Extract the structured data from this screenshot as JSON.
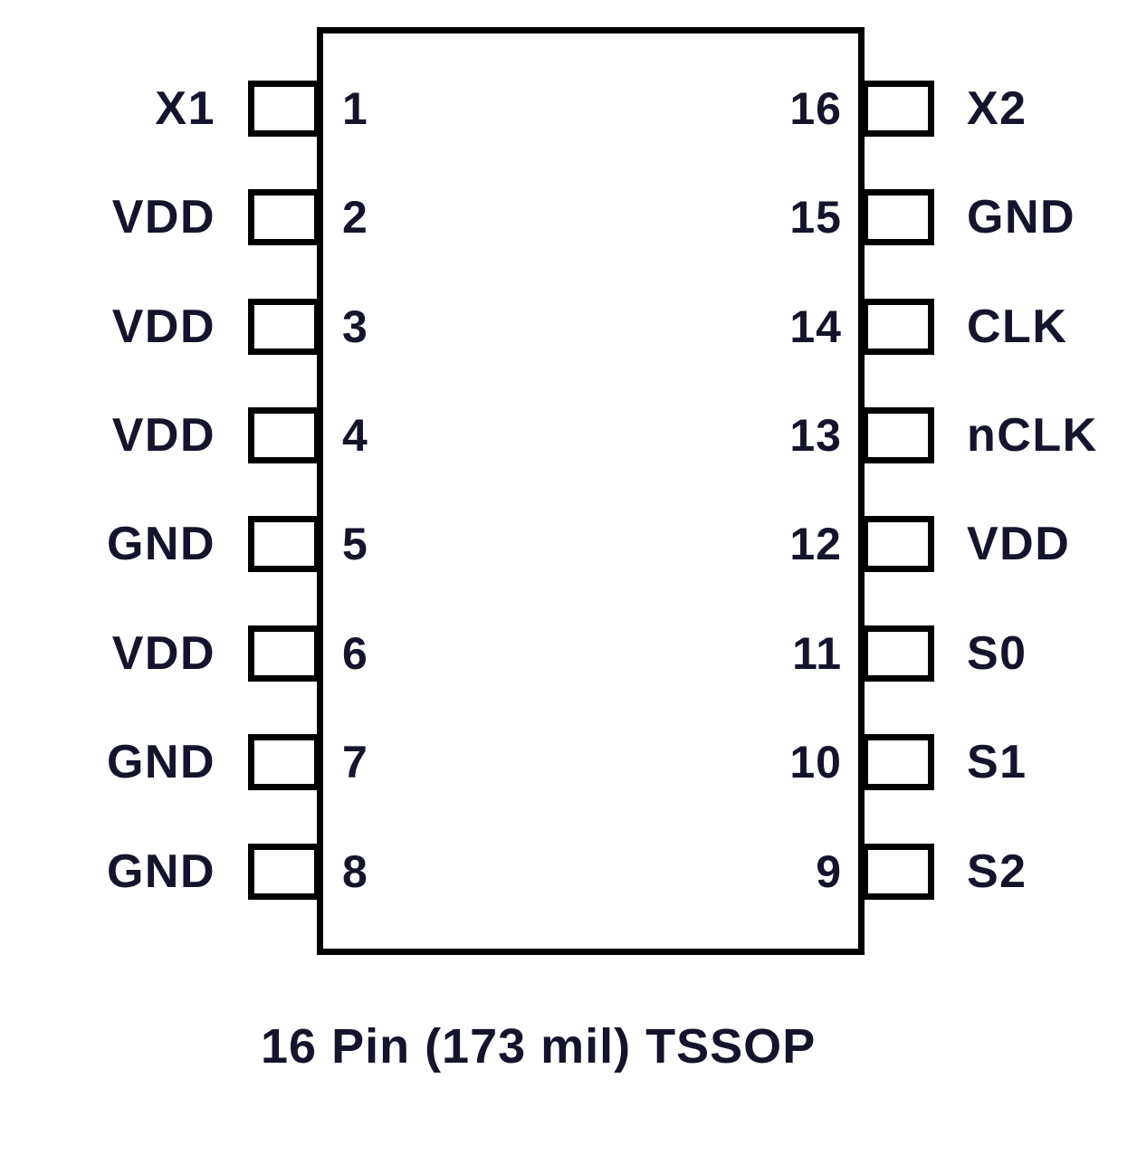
{
  "diagram": {
    "title": "16 Pin (173 mil) TSSOP",
    "caption": "16 Pin (173 mil) TSSOP",
    "package_type": "TSSOP",
    "pin_count": "16",
    "body_width_mil": "173",
    "colors": {
      "outline": "#000000",
      "text": "#14142d",
      "background": "#ffffff"
    }
  },
  "pins": {
    "left": [
      {
        "number": "1",
        "signal": "X1"
      },
      {
        "number": "2",
        "signal": "VDD"
      },
      {
        "number": "3",
        "signal": "VDD"
      },
      {
        "number": "4",
        "signal": "VDD"
      },
      {
        "number": "5",
        "signal": "GND"
      },
      {
        "number": "6",
        "signal": "VDD"
      },
      {
        "number": "7",
        "signal": "GND"
      },
      {
        "number": "8",
        "signal": "GND"
      }
    ],
    "right": [
      {
        "number": "16",
        "signal": "X2"
      },
      {
        "number": "15",
        "signal": "GND"
      },
      {
        "number": "14",
        "signal": "CLK"
      },
      {
        "number": "13",
        "signal": "nCLK"
      },
      {
        "number": "12",
        "signal": "VDD"
      },
      {
        "number": "11",
        "signal": "S0"
      },
      {
        "number": "10",
        "signal": "S1"
      },
      {
        "number": "9",
        "signal": "S2"
      }
    ]
  }
}
